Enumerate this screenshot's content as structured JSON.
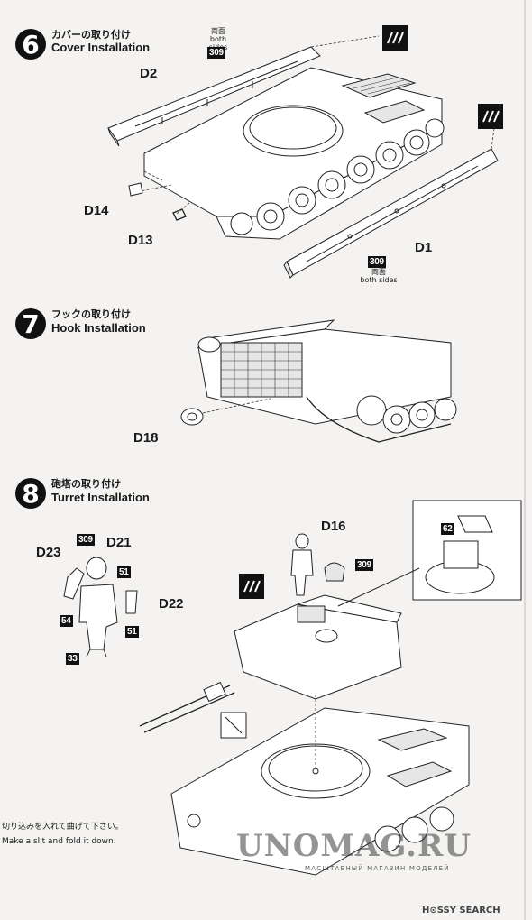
{
  "steps": [
    {
      "number": "6",
      "title_jp": "カバーの取り付け",
      "title_en": "Cover Installation"
    },
    {
      "number": "7",
      "title_jp": "フックの取り付け",
      "title_en": "Hook Installation"
    },
    {
      "number": "8",
      "title_jp": "砲塔の取り付け",
      "title_en": "Turret Installation"
    }
  ],
  "step6": {
    "parts": {
      "d2": "D2",
      "d14": "D14",
      "d13": "D13",
      "d1": "D1"
    },
    "color_top": {
      "jp": "両面",
      "en": "both sides",
      "code": "309"
    },
    "color_bottom": {
      "code": "309",
      "jp": "両面",
      "en": "both sides"
    }
  },
  "step7": {
    "parts": {
      "d18": "D18"
    }
  },
  "step8": {
    "parts": {
      "d23": "D23",
      "d21": "D21",
      "d22": "D22",
      "d16": "D16"
    },
    "codes": {
      "c309a": "309",
      "c51a": "51",
      "c54": "54",
      "c51b": "51",
      "c33": "33",
      "c309b": "309",
      "c62": "62"
    }
  },
  "footnote": {
    "jp": "切り込みを入れて曲げて下さい。",
    "en": "Make a slit and fold it down."
  },
  "watermark": {
    "main": "UNOMAG.RU",
    "sub": "МАСШТАБНЫЙ МАГАЗИН МОДЕЛЕЙ"
  },
  "brand": "H⊙SSY SEARCH",
  "colors": {
    "ink": "#1a1a1a",
    "paper": "#f4f3f1"
  }
}
